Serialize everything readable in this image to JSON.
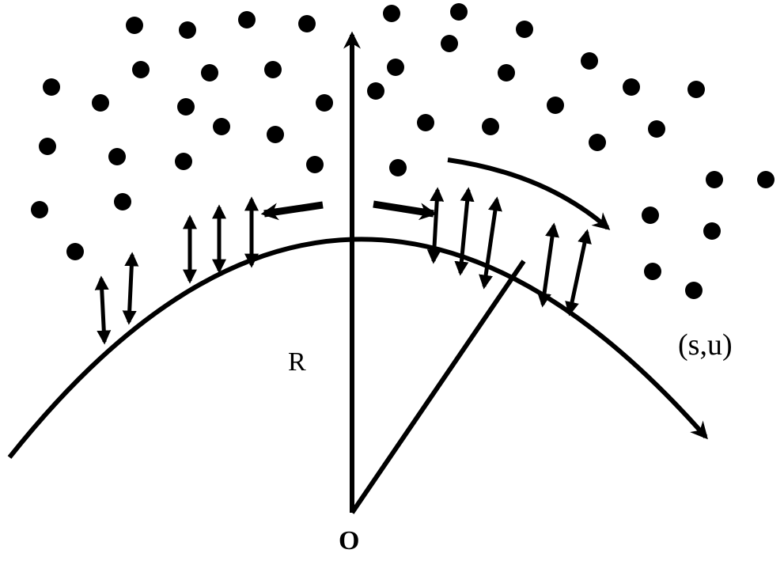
{
  "diagram": {
    "labels": {
      "radius": "R",
      "origin": "O",
      "coordinates": "(s,u)"
    },
    "colors": {
      "ink": "#000000",
      "background": "#ffffff"
    },
    "elements": [
      "curved-surface-arc",
      "vertical-axis-arrow",
      "radius-line",
      "tangential-flow-arrows",
      "normal-fluctuation-arrows",
      "particles"
    ]
  }
}
